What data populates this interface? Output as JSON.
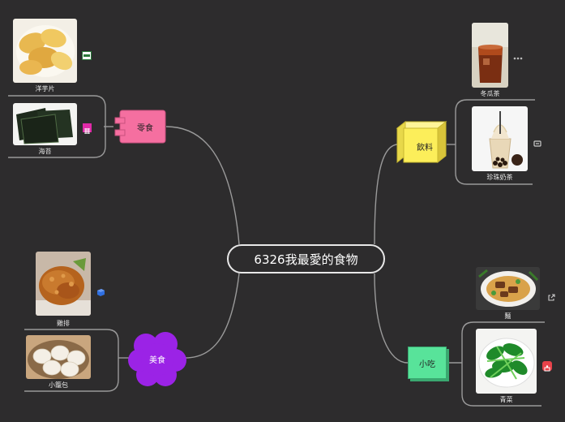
{
  "root": {
    "label": "6326我最愛的食物"
  },
  "branches": {
    "snacks": {
      "label": "零食",
      "items": [
        {
          "caption": "洋芋片"
        },
        {
          "caption": "海苔"
        }
      ]
    },
    "drinks": {
      "label": "飲料",
      "items": [
        {
          "caption": "冬瓜茶"
        },
        {
          "caption": "珍珠奶茶"
        }
      ]
    },
    "food": {
      "label": "美食",
      "items": [
        {
          "caption": "雞排"
        },
        {
          "caption": "小籠包"
        }
      ]
    },
    "light": {
      "label": "小吃",
      "items": [
        {
          "caption": "麵"
        },
        {
          "caption": "青菜"
        }
      ]
    }
  },
  "colors": {
    "background": "#2d2c2d",
    "line": "#9a9a9a",
    "snacks": "#f56fa0",
    "drinks": "#fcee5a",
    "food": "#9b23e6",
    "light": "#58e39a"
  },
  "icons": [
    "excel-icon",
    "grid-icon",
    "more-icon",
    "settings-icon",
    "cube-icon",
    "link-icon",
    "stamp-icon"
  ]
}
